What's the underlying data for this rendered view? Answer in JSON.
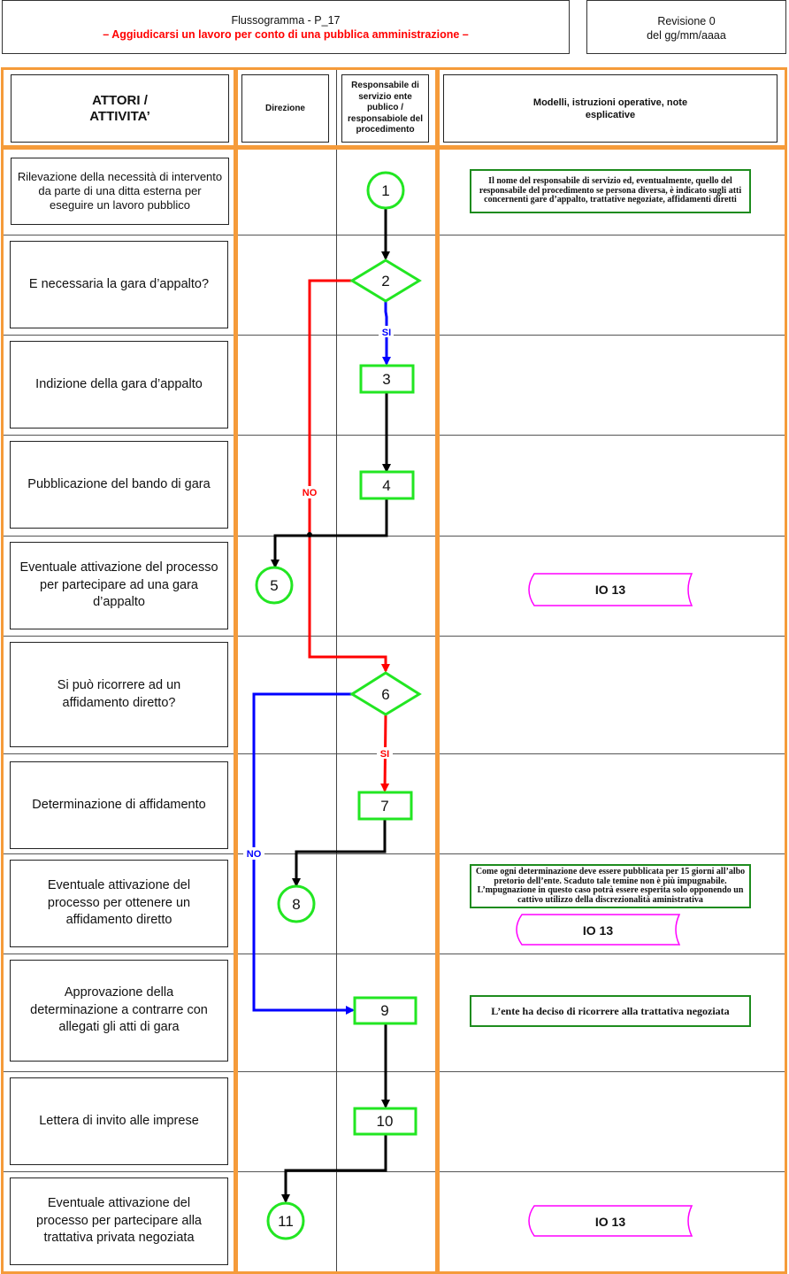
{
  "header": {
    "title": "Flussogramma - P_17",
    "subtitle": "– Aggiudicarsi un lavoro per conto di una pubblica amministrazione –",
    "revision": "Revisione 0",
    "revision_date": "del gg/mm/aaaa"
  },
  "columns": {
    "actors": "ATTORI / ATTIVITA’",
    "direzione": "Direzione",
    "responsabile": "Responsabile di servizio ente publico / responsabiole del procedimento",
    "notes": "Modelli, istruzioni operative, note esplicative"
  },
  "rows": [
    {
      "activity": "Rilevazione della necessità di intervento da parte di una ditta esterna per eseguire un lavoro pubblico"
    },
    {
      "activity": "E necessaria la gara d’appalto?"
    },
    {
      "activity": "Indizione della gara d’appalto"
    },
    {
      "activity": "Pubblicazione del bando di gara"
    },
    {
      "activity": "Eventuale attivazione del processo per partecipare ad una gara d’appalto"
    },
    {
      "activity": "Si può ricorrere ad un affidamento diretto?"
    },
    {
      "activity": "Determinazione di affidamento"
    },
    {
      "activity": "Eventuale attivazione del processo per ottenere un affidamento diretto"
    },
    {
      "activity": "Approvazione della determinazione a contrarre con allegati gli atti di gara"
    },
    {
      "activity": "Lettera di invito alle imprese"
    },
    {
      "activity": "Eventuale attivazione del processo per partecipare alla trattativa privata negoziata"
    }
  ],
  "notes": {
    "n1": "Il nome del responsabile di servizio ed, eventualmente, quello del responsabile del procedimento se persona diversa, è indicato sugli atti concernenti gare d’appalto, trattative negoziate, affidamenti diretti",
    "n8": "Come ogni determinazione deve essere pubblicata per 15 giorni all’albo pretorio dell’ente. Scaduto tale temine non è più impugnabile. L’mpugnazione in questo caso potrà essere esperita solo opponendo un cattivo utilizzo della discrezionalità aministrativa",
    "n9": "L’ente ha deciso di ricorrere alla trattativa negoziata"
  },
  "documents": {
    "io5": "IO 13",
    "io8": "IO 13",
    "io11": "IO 13"
  },
  "nodes": {
    "n1": "1",
    "n2": "2",
    "n3": "3",
    "n4": "4",
    "n5": "5",
    "n6": "6",
    "n7": "7",
    "n8": "8",
    "n9": "9",
    "n10": "10",
    "n11": "11"
  },
  "edge_labels": {
    "d2_yes": "SI",
    "d2_no": "NO",
    "d6_yes": "SI",
    "d6_no": "NO"
  },
  "colors": {
    "lane_border": "#f59b3a",
    "node_stroke": "#22e622",
    "note_border": "#1e8c1e",
    "doc_stroke": "#ff00ff",
    "no_branch_2": "#ff0000",
    "yes_branch_2": "#0000ff",
    "no_branch_6": "#0000ff",
    "yes_branch_6": "#ff0000",
    "subtitle": "#ff0000"
  }
}
